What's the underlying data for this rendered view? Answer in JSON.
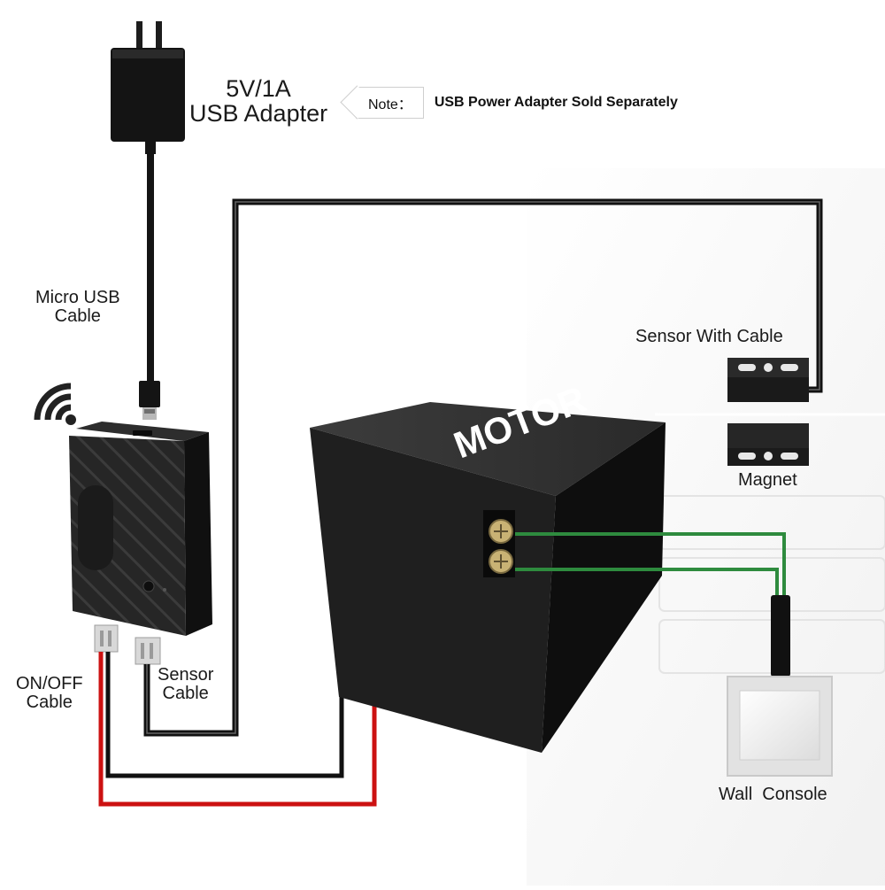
{
  "labels": {
    "adapter_line1": "5V/1A",
    "adapter_line2": "USB Adapter",
    "note_label": "Note：",
    "note_message": "USB Power Adapter Sold Separately",
    "micro_usb_line1": "Micro USB",
    "micro_usb_line2": "Cable",
    "onoff_line1": "ON/OFF",
    "onoff_line2": "Cable",
    "sensor_cable_line1": "Sensor",
    "sensor_cable_line2": "Cable",
    "sensor_with_cable": "Sensor With Cable",
    "magnet": "Magnet",
    "motor": "MOTOR",
    "wall_console": "Wall  Console"
  },
  "icons": {
    "wifi": "wifi-icon",
    "plug": "usb-adapter-plug",
    "micro_usb": "micro-usb-connector",
    "controller": "wifi-garage-controller",
    "motor": "garage-door-motor",
    "sensor": "reed-sensor",
    "magnet": "magnet-block",
    "switch": "wall-switch"
  },
  "colors": {
    "wire_black": "#111111",
    "wire_red": "#cc1111",
    "wire_green": "#2e8b3e",
    "device_body": "#1b1b1b",
    "motor_top": "#3a3a3a",
    "terminal_brass": "#c9b274"
  }
}
